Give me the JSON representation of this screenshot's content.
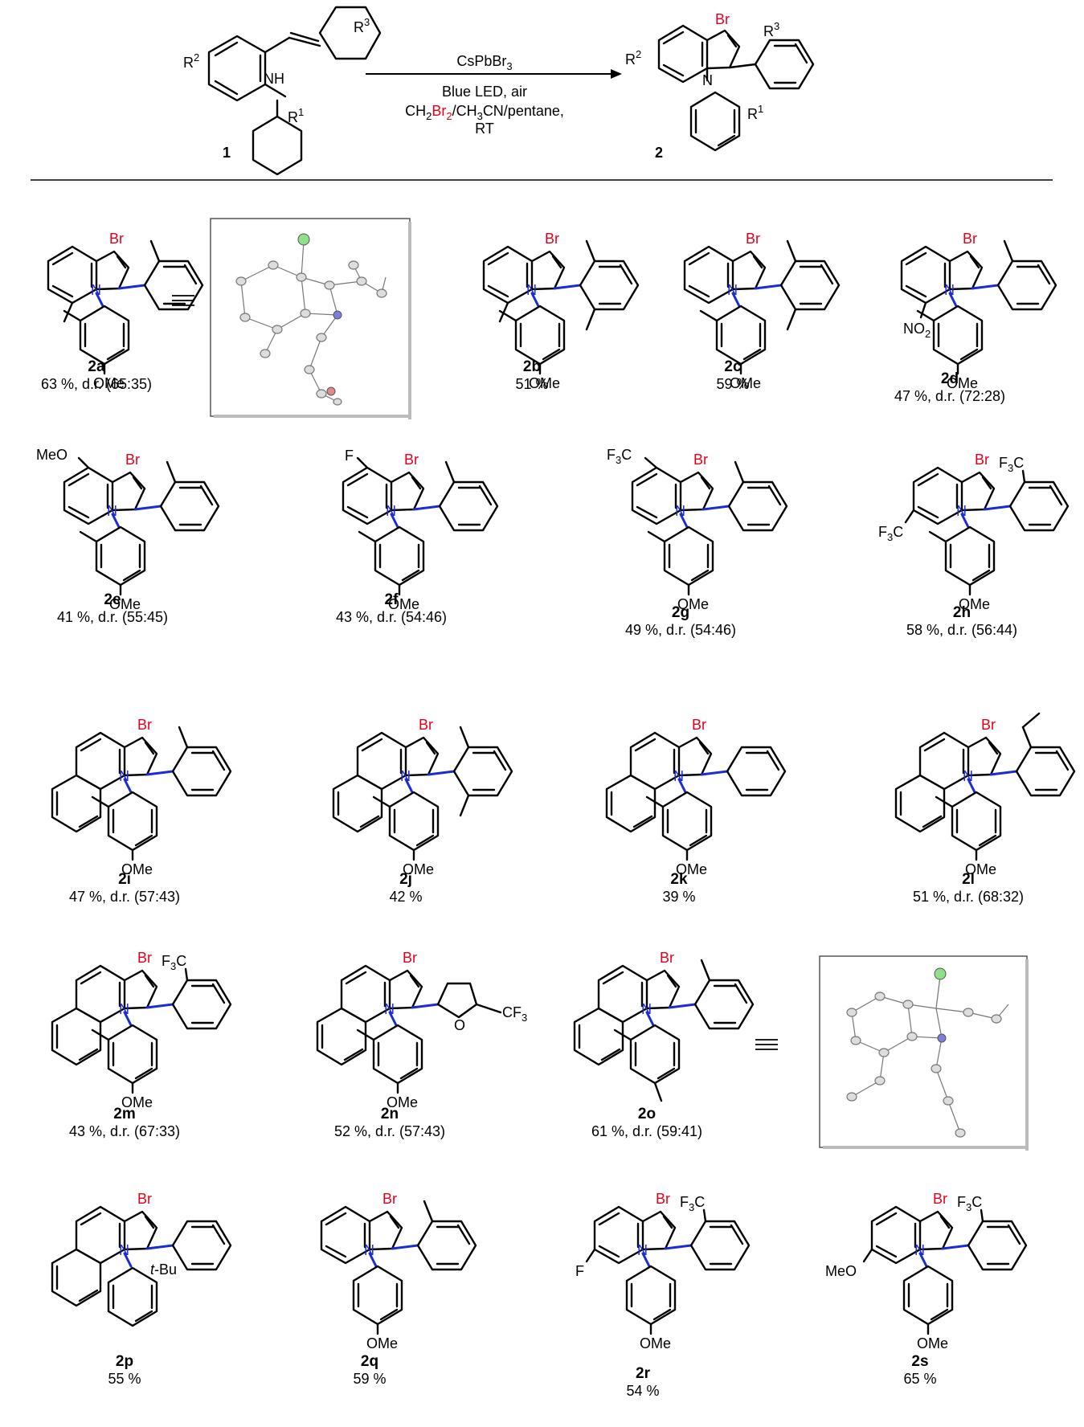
{
  "scheme": {
    "reactant_id": "1",
    "product_id": "2",
    "reactant_labels": {
      "r1": "R",
      "r1_sup": "1",
      "r2": "R",
      "r2_sup": "2",
      "r3": "R",
      "r3_sup": "3",
      "nh": "NH"
    },
    "product_labels": {
      "br": "Br",
      "n": "N",
      "r1": "R",
      "r1_sup": "1",
      "r2": "R",
      "r2_sup": "2",
      "r3": "R",
      "r3_sup": "3"
    },
    "conditions": {
      "reagent": "CsPbBr",
      "reagent_sub": "3",
      "line2": "Blue LED, air",
      "line3_a": "CH",
      "line3_a_sub": "2",
      "line3_br": "Br",
      "line3_br_sub": "2",
      "line3_b": "/CH",
      "line3_b_sub": "3",
      "line3_c": "CN/pentane,",
      "line4": "RT"
    }
  },
  "compounds": [
    {
      "id": "2a",
      "yield": "63 %, d.r. (65:35)"
    },
    {
      "id": "2b",
      "yield": "51 %"
    },
    {
      "id": "2c",
      "yield": "59 %"
    },
    {
      "id": "2d",
      "yield": "47 %, d.r. (72:28)"
    },
    {
      "id": "2e",
      "yield": "41 %, d.r. (55:45)"
    },
    {
      "id": "2f",
      "yield": "43 %, d.r. (54:46)"
    },
    {
      "id": "2g",
      "yield": "49 %, d.r. (54:46)"
    },
    {
      "id": "2h",
      "yield": "58 %, d.r. (56:44)"
    },
    {
      "id": "2i",
      "yield": "47 %, d.r. (57:43)"
    },
    {
      "id": "2j",
      "yield": "42 %"
    },
    {
      "id": "2k",
      "yield": "39 %"
    },
    {
      "id": "2l",
      "yield": "51 %, d.r. (68:32)"
    },
    {
      "id": "2m",
      "yield": "43 %, d.r. (67:33)"
    },
    {
      "id": "2n",
      "yield": "52 %, d.r. (57:43)"
    },
    {
      "id": "2o",
      "yield": "61 %, d.r. (59:41)"
    },
    {
      "id": "2p",
      "yield": "55 %"
    },
    {
      "id": "2q",
      "yield": "59 %"
    },
    {
      "id": "2r",
      "yield": "54 %"
    },
    {
      "id": "2s",
      "yield": "65 %"
    }
  ],
  "atom_labels": {
    "br": "Br",
    "n": "N",
    "ome": "OMe",
    "meo": "MeO",
    "f": "F",
    "cf3_f": "F",
    "cf3_3": "3",
    "cf3_c": "C",
    "no2": "NO",
    "no2_2": "2",
    "o": "O",
    "cf3": "CF",
    "tbu_t": "t",
    "tbu": "-Bu"
  },
  "colors": {
    "bromine": "#e3001b",
    "new_bond": "#1b2bd6",
    "line": "#000000"
  }
}
